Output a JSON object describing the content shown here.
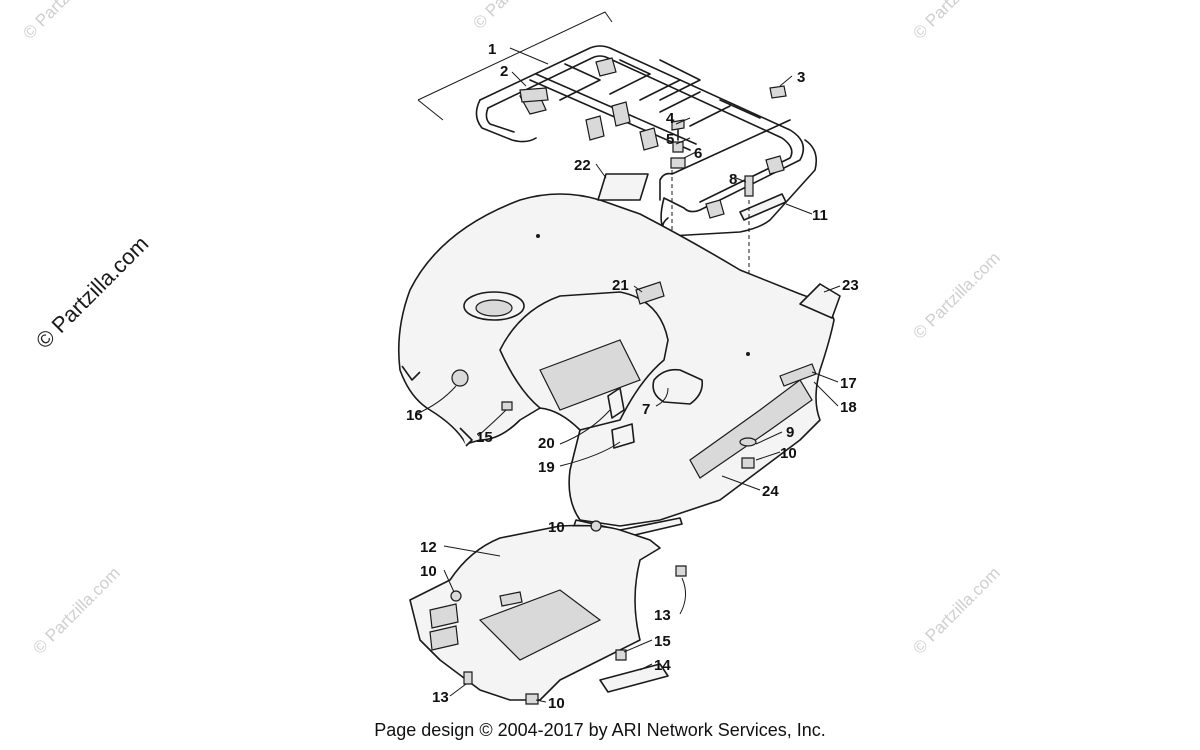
{
  "watermark": {
    "text": "© Partzilla.com",
    "large_text": "© Partzilla.com"
  },
  "callouts": [
    "1",
    "2",
    "3",
    "4",
    "5",
    "6",
    "7",
    "8",
    "9",
    "10",
    "11",
    "12",
    "13",
    "14",
    "15",
    "16",
    "17",
    "18",
    "19",
    "20",
    "21",
    "22",
    "23",
    "24",
    "10",
    "10",
    "10",
    "10",
    "13",
    "15"
  ],
  "footer": {
    "text": "Page design © 2004-2017 by ARI Network Services, Inc."
  }
}
